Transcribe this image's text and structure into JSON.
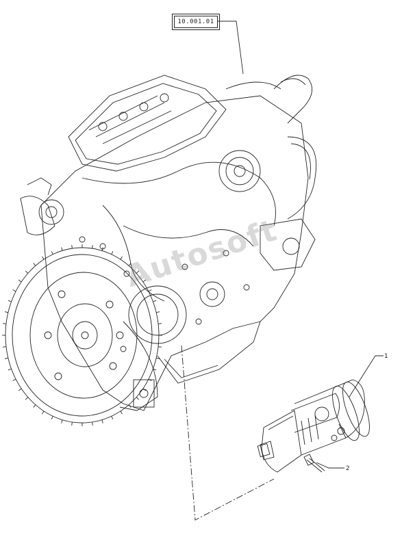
{
  "diagram": {
    "reference_label": "10.001.01",
    "callouts": [
      {
        "id": "1",
        "label": "1"
      },
      {
        "id": "2",
        "label": "2"
      }
    ],
    "watermark": "Autosoft",
    "line_color": "#222222",
    "background": "#ffffff"
  }
}
